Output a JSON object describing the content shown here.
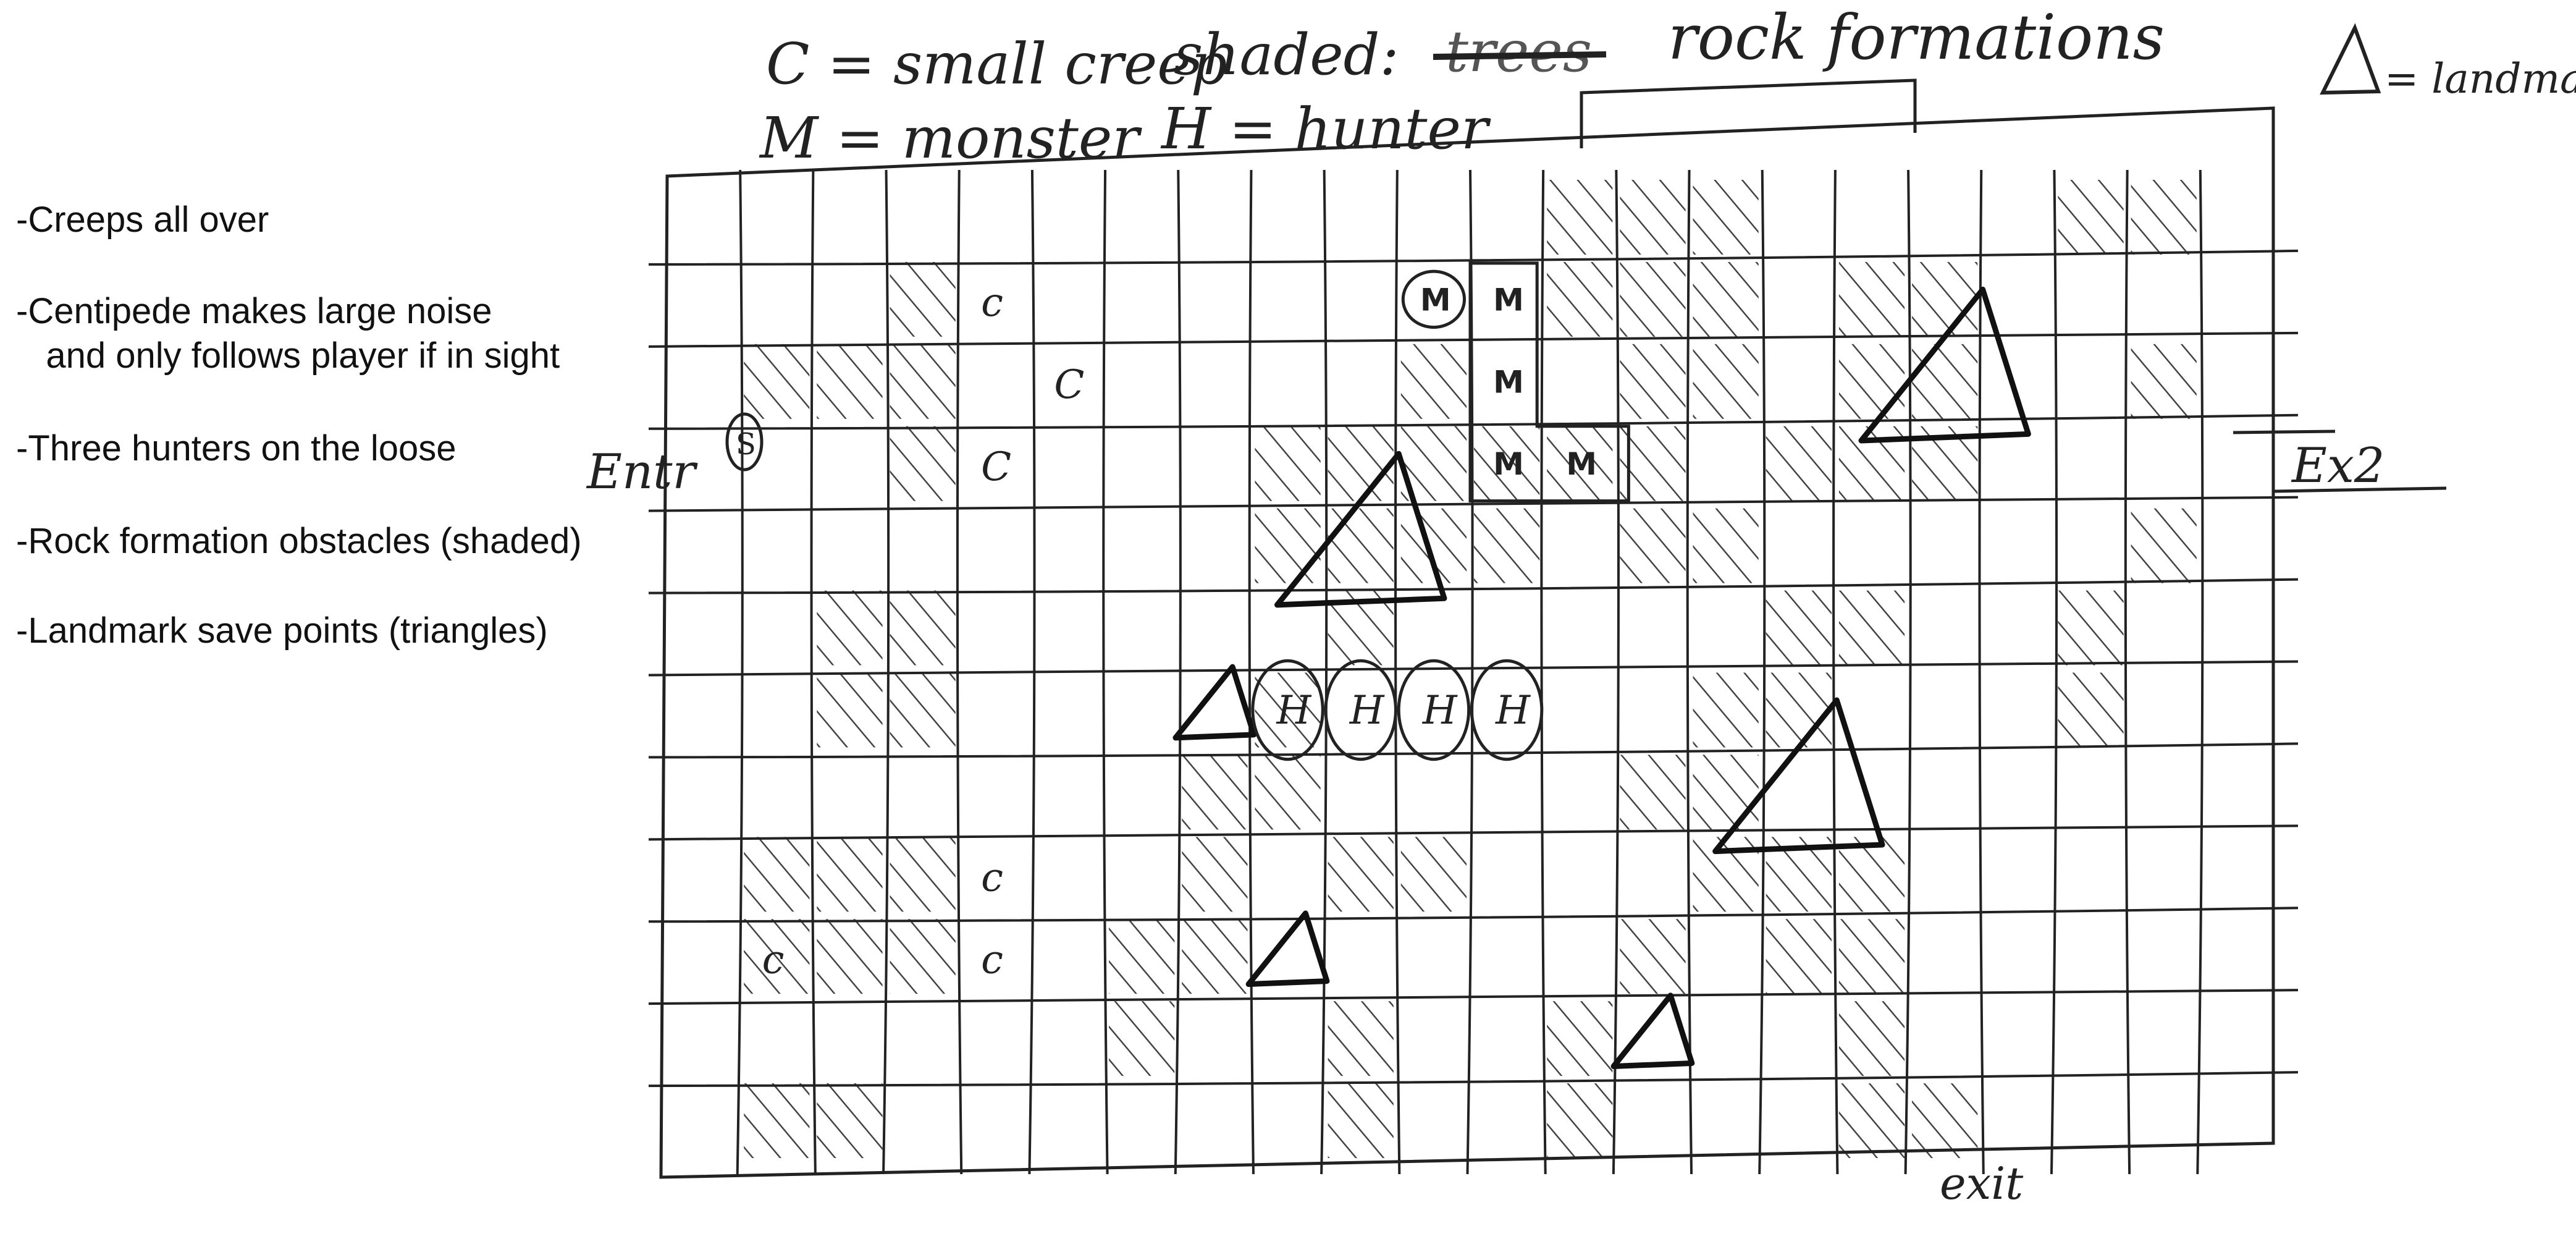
{
  "legend": {
    "creep": "C = small creep",
    "shaded_prefix": "shaded:",
    "shaded_struck": "trees",
    "shaded_value": "rock formations",
    "landmark": "= landmark",
    "monster": "M = monster",
    "hunter": "H = hunter"
  },
  "notes": [
    "-Creeps all over",
    "-Centipede makes large noise\n   and only follows player if in sight",
    "-Three hunters on the loose",
    "-Rock formation obstacles (shaded)",
    "-Landmark save points (triangles)"
  ],
  "map": {
    "entrance_label": "Entr",
    "entrance_marker": "S",
    "exit2_label": "Ex2",
    "exit1_label": "exit",
    "grid_columns": 22,
    "grid_rows": 11,
    "shaded_cells": [
      [
        0,
        12
      ],
      [
        0,
        13
      ],
      [
        0,
        14
      ],
      [
        0,
        19
      ],
      [
        0,
        20
      ],
      [
        1,
        3
      ],
      [
        1,
        12
      ],
      [
        1,
        13
      ],
      [
        1,
        14
      ],
      [
        1,
        16
      ],
      [
        1,
        17
      ],
      [
        2,
        1
      ],
      [
        2,
        2
      ],
      [
        2,
        3
      ],
      [
        2,
        10
      ],
      [
        2,
        13
      ],
      [
        2,
        14
      ],
      [
        2,
        16
      ],
      [
        2,
        17
      ],
      [
        2,
        20
      ],
      [
        3,
        3
      ],
      [
        3,
        8
      ],
      [
        3,
        9
      ],
      [
        3,
        10
      ],
      [
        3,
        11
      ],
      [
        3,
        12
      ],
      [
        3,
        13
      ],
      [
        3,
        15
      ],
      [
        3,
        16
      ],
      [
        3,
        17
      ],
      [
        4,
        8
      ],
      [
        4,
        9
      ],
      [
        4,
        10
      ],
      [
        4,
        11
      ],
      [
        4,
        13
      ],
      [
        4,
        14
      ],
      [
        4,
        20
      ],
      [
        5,
        2
      ],
      [
        5,
        3
      ],
      [
        5,
        9
      ],
      [
        5,
        15
      ],
      [
        5,
        16
      ],
      [
        5,
        19
      ],
      [
        6,
        2
      ],
      [
        6,
        3
      ],
      [
        6,
        8
      ],
      [
        6,
        14
      ],
      [
        6,
        15
      ],
      [
        6,
        19
      ],
      [
        7,
        7
      ],
      [
        7,
        8
      ],
      [
        7,
        13
      ],
      [
        7,
        14
      ],
      [
        8,
        1
      ],
      [
        8,
        2
      ],
      [
        8,
        3
      ],
      [
        8,
        7
      ],
      [
        8,
        9
      ],
      [
        8,
        10
      ],
      [
        8,
        14
      ],
      [
        8,
        15
      ],
      [
        8,
        16
      ],
      [
        9,
        1
      ],
      [
        9,
        2
      ],
      [
        9,
        3
      ],
      [
        9,
        6
      ],
      [
        9,
        7
      ],
      [
        9,
        13
      ],
      [
        9,
        15
      ],
      [
        9,
        16
      ],
      [
        10,
        6
      ],
      [
        10,
        9
      ],
      [
        10,
        12
      ],
      [
        10,
        16
      ],
      [
        11,
        1
      ],
      [
        11,
        2
      ],
      [
        11,
        9
      ],
      [
        11,
        12
      ],
      [
        11,
        16
      ],
      [
        11,
        17
      ]
    ],
    "creeps": [
      {
        "label": "c",
        "row": 1,
        "col": 4
      },
      {
        "label": "C",
        "row": 2,
        "col": 5
      },
      {
        "label": "C",
        "row": 3,
        "col": 4
      },
      {
        "label": "c",
        "row": 8,
        "col": 4
      },
      {
        "label": "c",
        "row": 9,
        "col": 1
      },
      {
        "label": "c",
        "row": 9,
        "col": 4
      }
    ],
    "landmarks": [
      {
        "row": 4,
        "col": 9,
        "size": "large"
      },
      {
        "row": 2,
        "col": 17,
        "size": "large"
      },
      {
        "row": 6,
        "col": 7,
        "size": "small"
      },
      {
        "row": 7,
        "col": 15,
        "size": "large"
      },
      {
        "row": 9,
        "col": 8,
        "size": "small"
      },
      {
        "row": 10,
        "col": 13,
        "size": "small"
      }
    ],
    "monster_segments": [
      {
        "label": "M",
        "row": 1,
        "col": 10,
        "head": true
      },
      {
        "label": "M",
        "row": 1,
        "col": 11
      },
      {
        "label": "M",
        "row": 2,
        "col": 11
      },
      {
        "label": "M",
        "row": 3,
        "col": 11
      },
      {
        "label": "M",
        "row": 3,
        "col": 12
      }
    ],
    "hunters": [
      {
        "label": "H",
        "row": 6,
        "col": 8
      },
      {
        "label": "H",
        "row": 6,
        "col": 9
      },
      {
        "label": "H",
        "row": 6,
        "col": 10
      },
      {
        "label": "H",
        "row": 6,
        "col": 11
      }
    ]
  }
}
